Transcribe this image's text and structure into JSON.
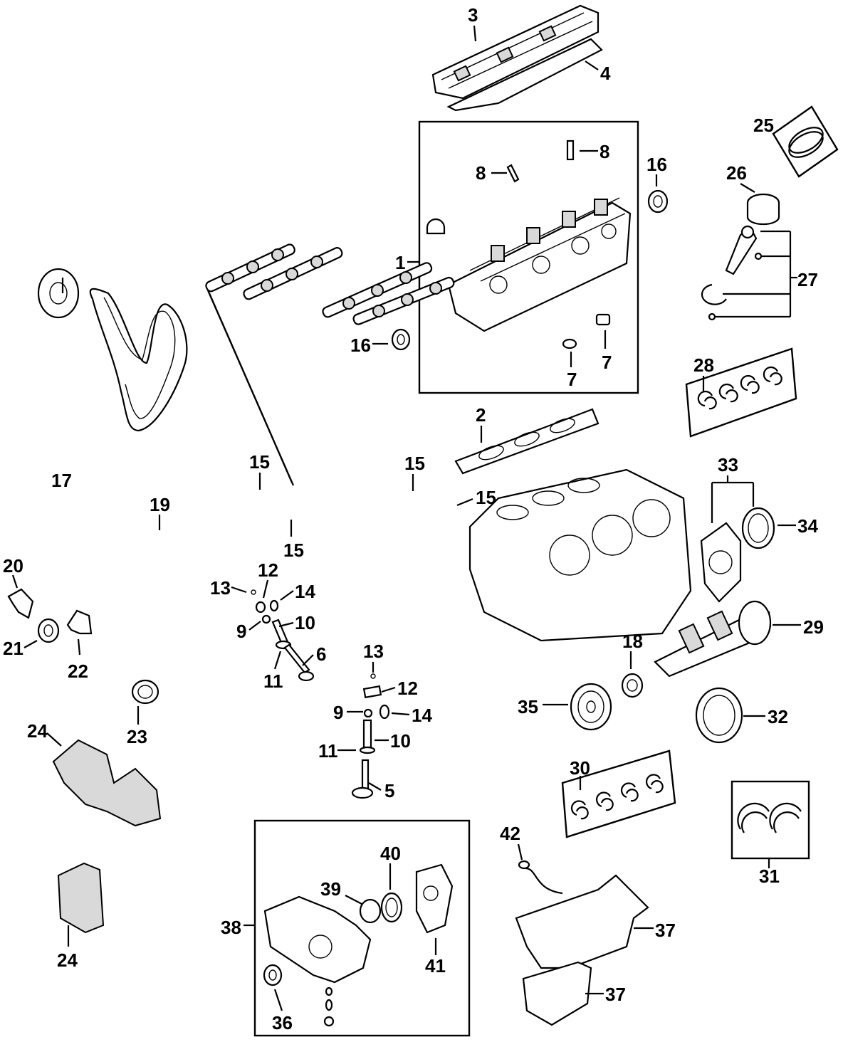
{
  "diagram": {
    "labels": [
      {
        "id": "c3",
        "text": "3"
      },
      {
        "id": "c4",
        "text": "4"
      },
      {
        "id": "c25",
        "text": "25"
      },
      {
        "id": "c8a",
        "text": "8"
      },
      {
        "id": "c8b",
        "text": "8"
      },
      {
        "id": "c16a",
        "text": "16"
      },
      {
        "id": "c26",
        "text": "26"
      },
      {
        "id": "c1",
        "text": "1"
      },
      {
        "id": "c27",
        "text": "27"
      },
      {
        "id": "c16b",
        "text": "16"
      },
      {
        "id": "c7a",
        "text": "7"
      },
      {
        "id": "c7b",
        "text": "7"
      },
      {
        "id": "c28",
        "text": "28"
      },
      {
        "id": "c2",
        "text": "2"
      },
      {
        "id": "c15a",
        "text": "15"
      },
      {
        "id": "c15b",
        "text": "15"
      },
      {
        "id": "c15c",
        "text": "15"
      },
      {
        "id": "c15d",
        "text": "15"
      },
      {
        "id": "c33",
        "text": "33"
      },
      {
        "id": "c34",
        "text": "34"
      },
      {
        "id": "c17",
        "text": "17"
      },
      {
        "id": "c19",
        "text": "19"
      },
      {
        "id": "c20",
        "text": "20"
      },
      {
        "id": "c13a",
        "text": "13"
      },
      {
        "id": "c12a",
        "text": "12"
      },
      {
        "id": "c14a",
        "text": "14"
      },
      {
        "id": "c9a",
        "text": "9"
      },
      {
        "id": "c10a",
        "text": "10"
      },
      {
        "id": "c21",
        "text": "21"
      },
      {
        "id": "c22",
        "text": "22"
      },
      {
        "id": "c11a",
        "text": "11"
      },
      {
        "id": "c6",
        "text": "6"
      },
      {
        "id": "c29",
        "text": "29"
      },
      {
        "id": "c18",
        "text": "18"
      },
      {
        "id": "c13b",
        "text": "13"
      },
      {
        "id": "c12b",
        "text": "12"
      },
      {
        "id": "c23",
        "text": "23"
      },
      {
        "id": "c9b",
        "text": "9"
      },
      {
        "id": "c14b",
        "text": "14"
      },
      {
        "id": "c35",
        "text": "35"
      },
      {
        "id": "c32",
        "text": "32"
      },
      {
        "id": "c24a",
        "text": "24"
      },
      {
        "id": "c11b",
        "text": "11"
      },
      {
        "id": "c10b",
        "text": "10"
      },
      {
        "id": "c30",
        "text": "30"
      },
      {
        "id": "c5",
        "text": "5"
      },
      {
        "id": "c40",
        "text": "40"
      },
      {
        "id": "c42",
        "text": "42"
      },
      {
        "id": "c31",
        "text": "31"
      },
      {
        "id": "c39",
        "text": "39"
      },
      {
        "id": "c38",
        "text": "38"
      },
      {
        "id": "c37a",
        "text": "37"
      },
      {
        "id": "c41",
        "text": "41"
      },
      {
        "id": "c24b",
        "text": "24"
      },
      {
        "id": "c37b",
        "text": "37"
      },
      {
        "id": "c36",
        "text": "36"
      }
    ]
  }
}
